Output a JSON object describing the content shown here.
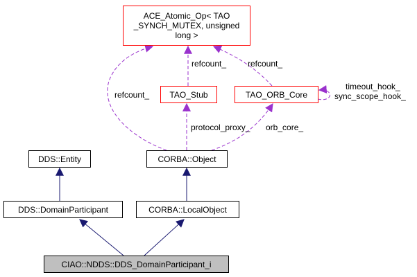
{
  "diagram": {
    "type": "collaboration-graph",
    "nodes": {
      "ace_atomic_op": {
        "label": "ACE_Atomic_Op< TAO\n_SYNCH_MUTEX, unsigned\nlong >",
        "line1": "ACE_Atomic_Op< TAO",
        "line2": "_SYNCH_MUTEX, unsigned",
        "line3": "long >",
        "border": "#ff0000"
      },
      "tao_stub": {
        "label": "TAO_Stub",
        "border": "#ff0000"
      },
      "tao_orb_core": {
        "label": "TAO_ORB_Core",
        "border": "#ff0000"
      },
      "dds_entity": {
        "label": "DDS::Entity",
        "border": "#000000"
      },
      "corba_object": {
        "label": "CORBA::Object",
        "border": "#000000"
      },
      "dds_domain_participant": {
        "label": "DDS::DomainParticipant",
        "border": "#000000"
      },
      "corba_local_object": {
        "label": "CORBA::LocalObject",
        "border": "#000000"
      },
      "ciao_ndds_dds_domain_participant_i": {
        "label": "CIAO::NDDS::DDS_DomainParticipant_i",
        "border": "#000000",
        "fill": "#bfbfbf"
      }
    },
    "edge_labels": {
      "refcount_stub": "refcount_",
      "refcount_orb": "refcount_",
      "refcount_object": "refcount_",
      "protocol_proxy": "protocol_proxy_",
      "orb_core": "orb_core_",
      "timeout_hook": "timeout_hook_",
      "sync_scope_hook": "sync_scope_hook_"
    },
    "edges": [
      {
        "from": "dds_entity",
        "to": "dds_domain_participant",
        "kind": "inheritance"
      },
      {
        "from": "corba_object",
        "to": "corba_local_object",
        "kind": "inheritance"
      },
      {
        "from": "dds_domain_participant",
        "to": "ciao_ndds_dds_domain_participant_i",
        "kind": "inheritance"
      },
      {
        "from": "corba_local_object",
        "to": "ciao_ndds_dds_domain_participant_i",
        "kind": "inheritance"
      },
      {
        "from": "ace_atomic_op",
        "to": "tao_stub",
        "kind": "usage",
        "label": "refcount_"
      },
      {
        "from": "ace_atomic_op",
        "to": "tao_orb_core",
        "kind": "usage",
        "label": "refcount_"
      },
      {
        "from": "ace_atomic_op",
        "to": "corba_object",
        "kind": "usage",
        "label": "refcount_"
      },
      {
        "from": "tao_stub",
        "to": "corba_object",
        "kind": "usage",
        "label": "protocol_proxy_"
      },
      {
        "from": "tao_orb_core",
        "to": "corba_object",
        "kind": "usage",
        "label": "orb_core_"
      },
      {
        "from": "tao_orb_core",
        "to": "tao_orb_core",
        "kind": "usage",
        "label": "timeout_hook_\nsync_scope_hook_"
      }
    ],
    "colors": {
      "inheritance_edge": "#191970",
      "usage_edge": "#9a32cd",
      "documented_border": "#ff0000",
      "undocumented_border": "#000000",
      "focus_fill": "#bfbfbf"
    }
  }
}
